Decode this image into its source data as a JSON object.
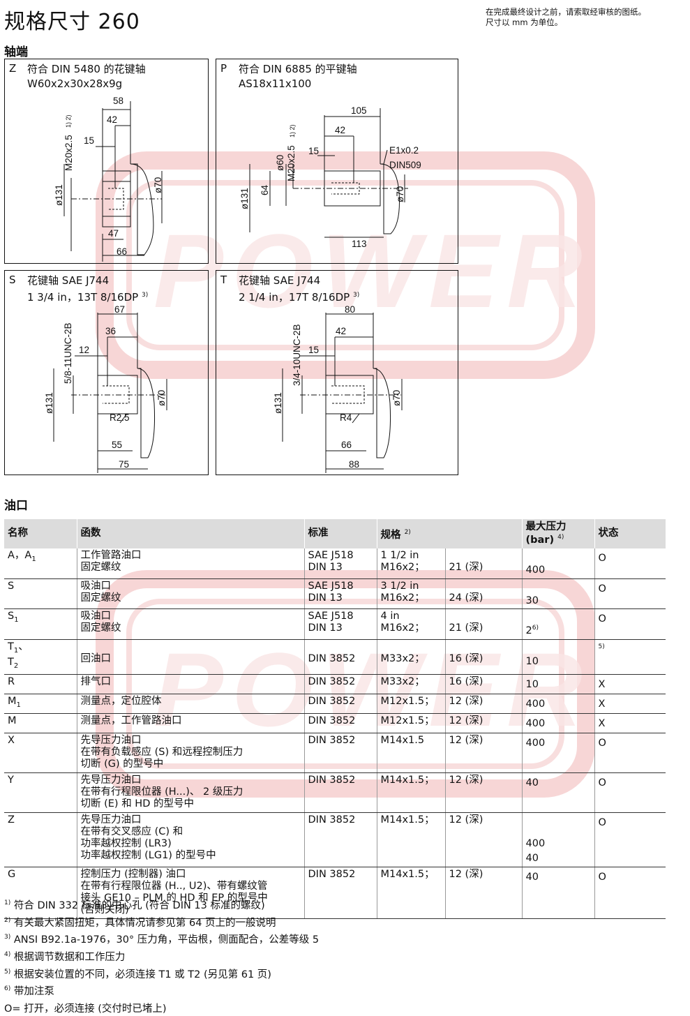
{
  "header": {
    "title": "规格尺寸 260",
    "note_line1": "在完成最终设计之前，请索取经审核的图纸。",
    "note_line2": "尺寸以 mm 为单位。"
  },
  "shaft_section": {
    "heading": "轴端",
    "panels": [
      {
        "letter": "Z",
        "line1": "符合 DIN 5480 的花键轴",
        "line2": "W60x2x30x28x9g",
        "sup": "",
        "dims": {
          "top": "58",
          "mid": "42",
          "small": "15",
          "thread": "M20x2.5",
          "thread_sup": "1) 2)",
          "dia_out": "ø131",
          "dia_in": "ø70",
          "b1": "47",
          "b2": "66"
        }
      },
      {
        "letter": "P",
        "line1": "符合 DIN 6885 的平键轴",
        "line2": "AS18x11x100",
        "sup": "",
        "dims": {
          "top": "105",
          "mid": "42",
          "small": "15",
          "thread": "M20x2.5",
          "thread_sup": "1) 2)",
          "dia_shaft": "ø60",
          "dia_out": "ø131",
          "h": "64",
          "dia_in": "ø70",
          "b": "113",
          "e1": "E1x0.2",
          "e2": "DIN509"
        }
      },
      {
        "letter": "S",
        "line1": "花键轴 SAE J744",
        "line2": "1 3/4 in，13T 8/16DP",
        "sup": "3)",
        "dims": {
          "top": "67",
          "mid": "36",
          "small": "12",
          "thread": "5/8-11UNC-2B",
          "dia_out": "ø131",
          "dia_in": "ø70",
          "r": "R2.5",
          "b1": "55",
          "b2": "75"
        }
      },
      {
        "letter": "T",
        "line1": "花键轴 SAE J744",
        "line2": "2 1/4 in，17T 8/16DP",
        "sup": "3)",
        "dims": {
          "top": "80",
          "mid": "42",
          "small": "15",
          "thread": "3/4-10UNC-2B",
          "dia_out": "ø131",
          "dia_in": "ø70",
          "r": "R4",
          "b1": "66",
          "b2": "88"
        }
      }
    ]
  },
  "ports_section": {
    "heading": "油口",
    "columns": {
      "name": "名称",
      "function": "函数",
      "standard": "标准",
      "spec": "规格",
      "spec_sup": "2)",
      "pressure": "最大压力",
      "pressure_unit": "(bar)",
      "pressure_sup": "4)",
      "state": "状态"
    },
    "rows": [
      {
        "name": "A，A",
        "name_sub": "1",
        "function": "工作管路油口\n固定螺纹",
        "standard": "SAE J518\nDIN 13",
        "spec": "1 1/2 in\nM16x2；",
        "depth": "\n21 (深)",
        "pressure": "\n400",
        "pressure_sup": "",
        "state": "O",
        "state_sup": ""
      },
      {
        "name": "S",
        "name_sub": "",
        "function": "吸油口\n固定螺纹",
        "standard": "SAE J518\nDIN 13",
        "spec": "3 1/2 in\nM16x2；",
        "depth": "\n24 (深)",
        "pressure": "\n30",
        "pressure_sup": "",
        "state": "O",
        "state_sup": ""
      },
      {
        "name": "S",
        "name_sub": "1",
        "function": "吸油口\n固定螺纹",
        "standard": "SAE J518\nDIN 13",
        "spec": "4 in\nM16x2；",
        "depth": "\n21 (深)",
        "pressure": "\n2",
        "pressure_sup": "6)",
        "state": "O",
        "state_sup": ""
      },
      {
        "name": "T",
        "name_sub": "1",
        "name2": "、",
        "name3": "T",
        "name3_sub": "2",
        "function": "\n回油口",
        "standard": "\nDIN 3852",
        "spec": "\nM33x2；",
        "depth": "\n16 (深)",
        "pressure": "\n10",
        "pressure_sup": "",
        "state": "",
        "state_sup": "5)"
      },
      {
        "name": "R",
        "name_sub": "",
        "function": "排气口",
        "standard": "DIN 3852",
        "spec": "M33x2；",
        "depth": "16 (深)",
        "pressure": "10",
        "pressure_sup": "",
        "state": "X",
        "state_sup": ""
      },
      {
        "name": "M",
        "name_sub": "1",
        "function": "测量点，定位腔体",
        "standard": "DIN 3852",
        "spec": "M12x1.5；",
        "depth": "12 (深)",
        "pressure": "400",
        "pressure_sup": "",
        "state": "X",
        "state_sup": ""
      },
      {
        "name": "M",
        "name_sub": "",
        "function": "测量点，工作管路油口",
        "standard": "DIN 3852",
        "spec": "M12x1.5；",
        "depth": "12 (深)",
        "pressure": "400",
        "pressure_sup": "",
        "state": "X",
        "state_sup": ""
      },
      {
        "name": "X",
        "name_sub": "",
        "function": "先导压力油口\n在带有负载感应 (S) 和远程控制压力\n切断 (G) 的型号中",
        "standard": "DIN 3852",
        "spec": "M14x1.5",
        "depth": "12 (深)",
        "pressure": "400",
        "pressure_sup": "",
        "state": "O",
        "state_sup": ""
      },
      {
        "name": "Y",
        "name_sub": "",
        "function": "先导压力油口\n在带有行程限位器 (H...)、 2 级压力\n切断 (E) 和 HD 的型号中",
        "standard": "DIN 3852",
        "spec": "M14x1.5；",
        "depth": "12 (深)",
        "pressure": "40",
        "pressure_sup": "",
        "state": "O",
        "state_sup": ""
      },
      {
        "name": "Z",
        "name_sub": "",
        "function": "先导压力油口\n在带有交叉感应 (C) 和\n功率越权控制 (LR3)\n功率越权控制 (LG1) 的型号中",
        "standard": "DIN 3852",
        "spec": "M14x1.5；",
        "depth": "12 (深)",
        "pressure": "\n\n400\n40",
        "pressure_sup": "",
        "state": "O",
        "state_sup": ""
      },
      {
        "name": "G",
        "name_sub": "",
        "function": "控制压力 (控制器) 油口\n在带有行程限位器 (H.., U2)、带有螺纹管\n接头 GE10 – PLM 的 HD 和 EP 的型号中\n(否则关闭)",
        "standard": "DIN 3852",
        "spec": "M14x1.5；",
        "depth": "12 (深)",
        "pressure": "40",
        "pressure_sup": "",
        "state": "O",
        "state_sup": ""
      }
    ]
  },
  "footnotes": [
    {
      "mark": "1)",
      "text": "符合 DIN 332 标准的中心孔 (符合 DIN 13 标准的螺纹)"
    },
    {
      "mark": "2)",
      "text": "有关最大紧固扭矩，具体情况请参见第 64 页上的一般说明"
    },
    {
      "mark": "3)",
      "text": "ANSI B92.1a-1976，30° 压力角，平齿根，侧面配合，公差等级 5"
    },
    {
      "mark": "4)",
      "text": "根据调节数据和工作压力"
    },
    {
      "mark": "5)",
      "text": "根据安装位置的不同，必须连接 T1 或 T2 (另见第 61 页)"
    },
    {
      "mark": "6)",
      "text": "带加注泵"
    },
    {
      "mark": "",
      "text": "O= 打开，必须连接 (交付时已堵上)"
    }
  ],
  "colors": {
    "watermark": "#f3c4c4",
    "header_bg": "#dcdcdc",
    "line": "#111111"
  }
}
